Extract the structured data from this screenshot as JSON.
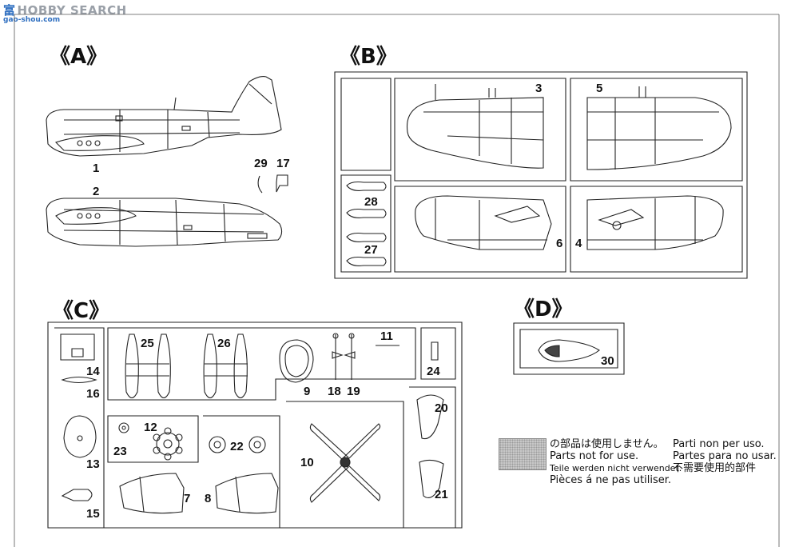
{
  "watermark": {
    "brand": "HOBBY SEARCH",
    "logo_glyph": "富",
    "site": "gao-shou.com"
  },
  "sections": {
    "a": "《A》",
    "b": "《B》",
    "c": "《C》",
    "d": "《D》"
  },
  "parts": {
    "p1": "1",
    "p2": "2",
    "p3": "3",
    "p4": "4",
    "p5": "5",
    "p6": "6",
    "p7": "7",
    "p8": "8",
    "p9": "9",
    "p10": "10",
    "p11": "11",
    "p12": "12",
    "p13": "13",
    "p14": "14",
    "p15": "15",
    "p16": "16",
    "p17": "17",
    "p18": "18",
    "p19": "19",
    "p20": "20",
    "p21": "21",
    "p22": "22",
    "p23": "23",
    "p24": "24",
    "p25": "25",
    "p26": "26",
    "p27": "27",
    "p28": "28",
    "p29": "29",
    "p30": "30"
  },
  "legend": {
    "swatch_color": "#c8c8c8",
    "col1": [
      "の部品は使用しません。",
      "Parts not for use.",
      "Teile werden nicht verwendet.",
      "Pièces á ne pas utiliser."
    ],
    "col2": [
      "Parti non per uso.",
      "Partes para no usar.",
      "不需要使用的部件"
    ]
  }
}
